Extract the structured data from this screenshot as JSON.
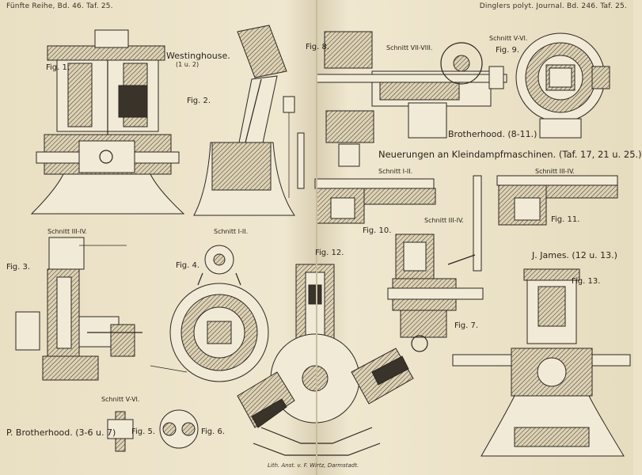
{
  "header": {
    "left": "Fünfte Reihe, Bd. 46. Taf. 25.",
    "right": "Dinglers polyt. Journal. Bd. 246. Taf. 25."
  },
  "title": "Neuerungen an Kleindampfmaschinen. (Taf. 17, 21 u. 25.)",
  "sections": {
    "westinghouse": "Westinghouse.",
    "westinghouse_figs": "(1 u. 2)",
    "brotherhood": "Brotherhood. (8-11.)",
    "p_brotherhood": "P. Brotherhood. (3-6 u. 7)",
    "james": "J. James. (12 u. 13.)"
  },
  "figures": {
    "fig1": "Fig. 1.",
    "fig2": "Fig. 2.",
    "fig3": "Fig. 3.",
    "fig4": "Fig. 4.",
    "fig5": "Fig. 5.",
    "fig6": "Fig. 6.",
    "fig7": "Fig. 7.",
    "fig8": "Fig. 8.",
    "fig9": "Fig. 9.",
    "fig10": "Fig. 10.",
    "fig11": "Fig. 11.",
    "fig12": "Fig. 12.",
    "fig13": "Fig. 13."
  },
  "sections_cut": {
    "s_vii_viii": "Schnitt VII-VIII.",
    "s_v_vi_top": "Schnitt V-VI.",
    "s_i_ii_top": "Schnitt I-II.",
    "s_iii_iv_top": "Schnitt III-IV.",
    "s_iii_iv_left": "Schnitt III-IV.",
    "s_i_ii_mid": "Schnitt I-II.",
    "s_iii_iv_mid": "Schnitt III-IV.",
    "s_v_vi_bottom": "Schnitt V-VI."
  },
  "footer": "Lith. Anst. v. F. Wirtz, Darmstadt."
}
